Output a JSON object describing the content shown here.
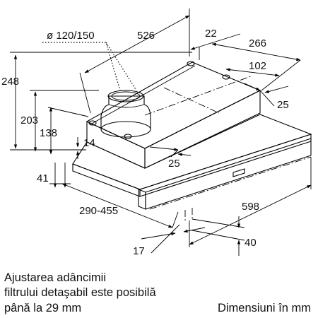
{
  "dimensions": {
    "duct_diameter": "ø 120/150",
    "width_526": "526",
    "d22": "22",
    "d266": "266",
    "d102": "102",
    "d25_right": "25",
    "h248": "248",
    "h203": "203",
    "h138": "138",
    "d14": "14",
    "d25_lower": "25",
    "d41": "41",
    "range_290_455": "290-455",
    "d598": "598",
    "d40": "40",
    "d17": "17"
  },
  "captions": {
    "note_line1": "Ajustarea adâncimii",
    "note_line2": "filtrului detaşabil este posibilă",
    "note_line3": "până la 29 mm",
    "units": "Dimensiuni în mm"
  }
}
